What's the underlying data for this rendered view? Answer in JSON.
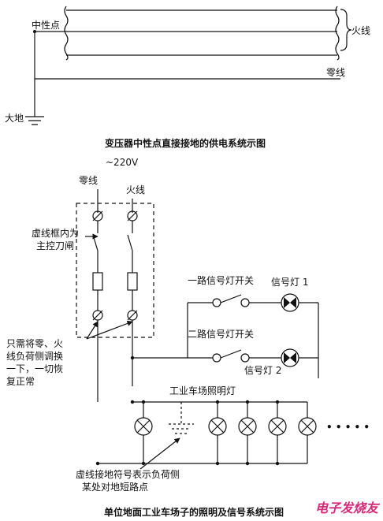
{
  "top": {
    "neutral_point": "中性点",
    "live_wire": "火线",
    "neutral_wire": "零线",
    "earth": "大地",
    "caption": "变压器中性点直接接地的供电系统示图"
  },
  "bottom": {
    "voltage": "~220V",
    "neutral_wire": "零线",
    "live_wire": "火线",
    "switch_note_1": "虚线框内为",
    "switch_note_2": "主控刀闸",
    "signal_switch_1": "一路信号灯开关",
    "signal_lamp_1": "信号灯 1",
    "signal_switch_2": "二路信号灯开关",
    "signal_lamp_2": "信号灯 2",
    "swap_note_1": "只需将零、火",
    "swap_note_2": "线负荷侧调换",
    "swap_note_3": "一下，一切恢",
    "swap_note_4": "复正常",
    "lighting": "工业车场照明灯",
    "ellipsis": "• • • • •",
    "fault_note_1": "虚线接地符号表示负荷侧",
    "fault_note_2": "某处对地短路点",
    "caption": "单位地面工业车场子的照明及信号系统示图"
  },
  "watermark": "电子发烧友"
}
